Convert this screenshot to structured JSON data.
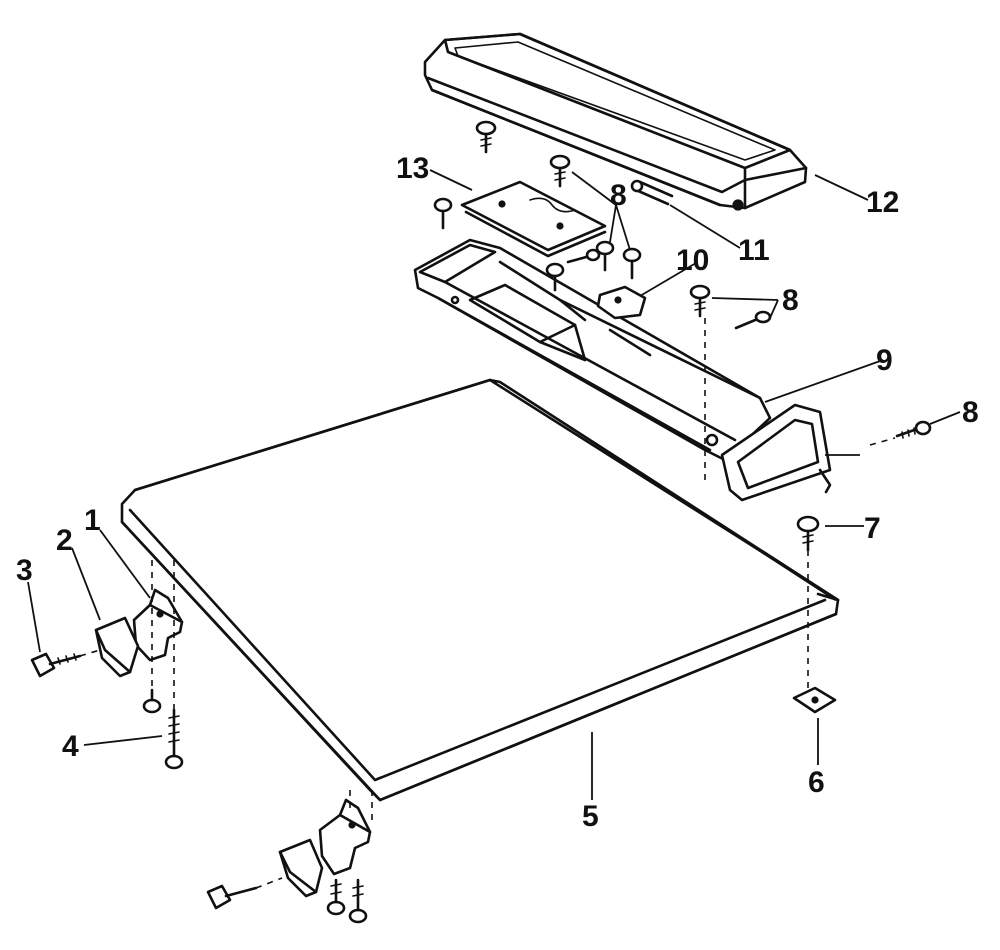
{
  "callouts": [
    {
      "key": "c1",
      "label": "1"
    },
    {
      "key": "c2",
      "label": "2"
    },
    {
      "key": "c3",
      "label": "3"
    },
    {
      "key": "c4",
      "label": "4"
    },
    {
      "key": "c5",
      "label": "5"
    },
    {
      "key": "c6",
      "label": "6"
    },
    {
      "key": "c7",
      "label": "7"
    },
    {
      "key": "c8a",
      "label": "8"
    },
    {
      "key": "c8b",
      "label": "8"
    },
    {
      "key": "c8c",
      "label": "8"
    },
    {
      "key": "c9",
      "label": "9"
    },
    {
      "key": "c10",
      "label": "10"
    },
    {
      "key": "c11",
      "label": "11"
    },
    {
      "key": "c12",
      "label": "12"
    },
    {
      "key": "c13",
      "label": "13"
    }
  ]
}
